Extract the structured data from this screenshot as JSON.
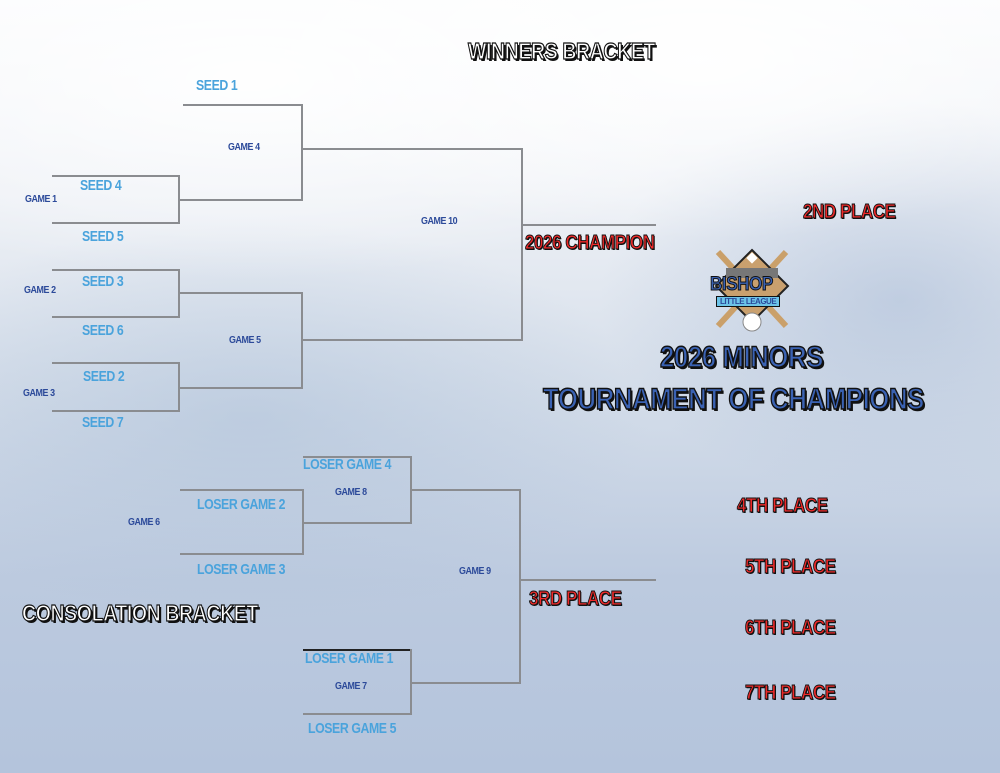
{
  "winners": {
    "title": "WINNERS BRACKET",
    "seeds": [
      "SEED 1",
      "SEED 4",
      "SEED 5",
      "SEED 3",
      "SEED 6",
      "SEED 2",
      "SEED 7"
    ],
    "games": [
      "GAME 1",
      "GAME 2",
      "GAME 3",
      "GAME 4",
      "GAME 5",
      "GAME 10"
    ],
    "champion": "2026 CHAMPION",
    "second": "2ND PLACE"
  },
  "consolation": {
    "title": "CONSOLATION BRACKET",
    "entries": [
      "LOSER GAME 4",
      "LOSER GAME 2",
      "LOSER GAME 3",
      "LOSER GAME 1",
      "LOSER GAME 5"
    ],
    "games": [
      "GAME 6",
      "GAME 8",
      "GAME 9",
      "GAME 7"
    ],
    "third": "3RD PLACE",
    "places": [
      "4TH PLACE",
      "5TH PLACE",
      "6TH PLACE",
      "7TH PLACE"
    ]
  },
  "logo": {
    "name": "BISHOP",
    "sub": "LITTLE LEAGUE"
  },
  "event": {
    "line1": "2026 MINORS",
    "line2": "TOURNAMENT OF CHAMPIONS"
  }
}
